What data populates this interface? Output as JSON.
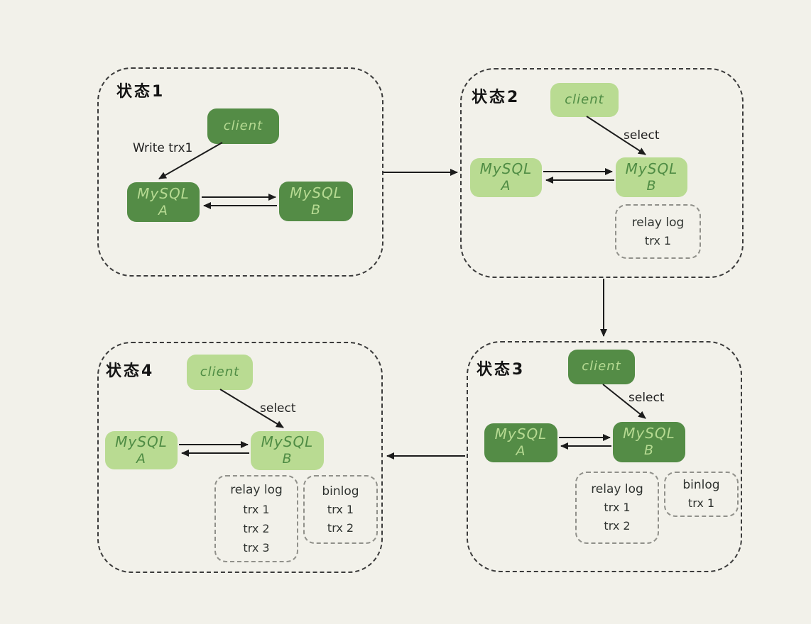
{
  "colors": {
    "background": "#f2f1ea",
    "node_dark_green": "#548c46",
    "node_dark_green_text": "#b6da92",
    "node_light_green": "#b9db92",
    "node_light_green_text": "#4f8c44",
    "panel_border": "#3b3b3b",
    "log_border": "#90908a",
    "arrow": "#1c1c1c"
  },
  "panels": [
    {
      "title": "状态1",
      "client_label": "client",
      "mysql_a_line1": "MySQL",
      "mysql_a_line2": "A",
      "mysql_b_line1": "MySQL",
      "mysql_b_line2": "B",
      "arrow_label": "Write trx1"
    },
    {
      "title": "状态2",
      "client_label": "client",
      "mysql_a_line1": "MySQL",
      "mysql_a_line2": "A",
      "mysql_b_line1": "MySQL",
      "mysql_b_line2": "B",
      "arrow_label": "select",
      "relay_log": {
        "title": "relay log",
        "entries": [
          "trx 1"
        ]
      }
    },
    {
      "title": "状态3",
      "client_label": "client",
      "mysql_a_line1": "MySQL",
      "mysql_a_line2": "A",
      "mysql_b_line1": "MySQL",
      "mysql_b_line2": "B",
      "arrow_label": "select",
      "relay_log": {
        "title": "relay log",
        "entries": [
          "trx 1",
          "trx 2"
        ]
      },
      "binlog": {
        "title": "binlog",
        "entries": [
          "trx 1"
        ]
      }
    },
    {
      "title": "状态4",
      "client_label": "client",
      "mysql_a_line1": "MySQL",
      "mysql_a_line2": "A",
      "mysql_b_line1": "MySQL",
      "mysql_b_line2": "B",
      "arrow_label": "select",
      "relay_log": {
        "title": "relay log",
        "entries": [
          "trx 1",
          "trx 2",
          "trx 3"
        ]
      },
      "binlog": {
        "title": "binlog",
        "entries": [
          "trx 1",
          "trx 2"
        ]
      }
    }
  ]
}
